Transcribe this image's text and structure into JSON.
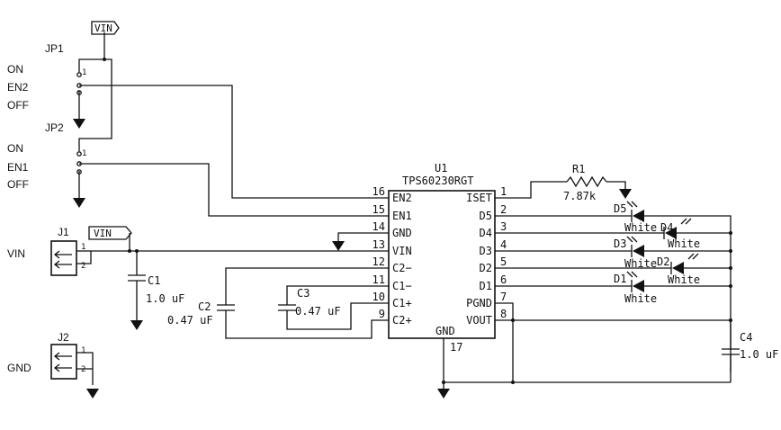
{
  "labels": {
    "vin_flag_top": "VIN",
    "vin_flag_j1": "VIN",
    "jp1": "JP1",
    "jp2": "JP2",
    "on1": "ON",
    "en2_side": "EN2",
    "off1": "OFF",
    "on2": "ON",
    "en1_side": "EN1",
    "off2": "OFF",
    "jp1_pin1": "1",
    "jp2_pin1": "1",
    "j1": "J1",
    "j2": "J2",
    "vin_side": "VIN",
    "gnd_side": "GND",
    "j1_pin1": "1",
    "j1_pin2": "2",
    "j2_pin1": "1",
    "j2_pin2": "2",
    "c1": "C1",
    "c1_val": "1.0 uF",
    "c2": "C2",
    "c2_val": "0.47 uF",
    "c3": "C3",
    "c3_val": "0.47 uF",
    "c4": "C4",
    "c4_val": "1.0 uF",
    "u1": "U1",
    "u1_part": "TPS60230RGT",
    "r1": "R1",
    "r1_val": "7.87k",
    "d1": "D1",
    "d2": "D2",
    "d3": "D3",
    "d4": "D4",
    "d5": "D5",
    "d1_color": "White",
    "d2_color": "White",
    "d3_color": "White",
    "d4_color": "White",
    "d5_color": "White",
    "gnd_pin_label": "GND",
    "gnd_pin_num": "17"
  },
  "ic_left_pins": [
    {
      "num": "16",
      "name": "EN2"
    },
    {
      "num": "15",
      "name": "EN1"
    },
    {
      "num": "14",
      "name": "GND"
    },
    {
      "num": "13",
      "name": "VIN"
    },
    {
      "num": "12",
      "name": "C2−"
    },
    {
      "num": "11",
      "name": "C1−"
    },
    {
      "num": "10",
      "name": "C1+"
    },
    {
      "num": "9",
      "name": "C2+"
    }
  ],
  "ic_right_pins": [
    {
      "num": "1",
      "name": "ISET"
    },
    {
      "num": "2",
      "name": "D5"
    },
    {
      "num": "3",
      "name": "D4"
    },
    {
      "num": "4",
      "name": "D3"
    },
    {
      "num": "5",
      "name": "D2"
    },
    {
      "num": "6",
      "name": "D1"
    },
    {
      "num": "7",
      "name": "PGND"
    },
    {
      "num": "8",
      "name": "VOUT"
    }
  ]
}
